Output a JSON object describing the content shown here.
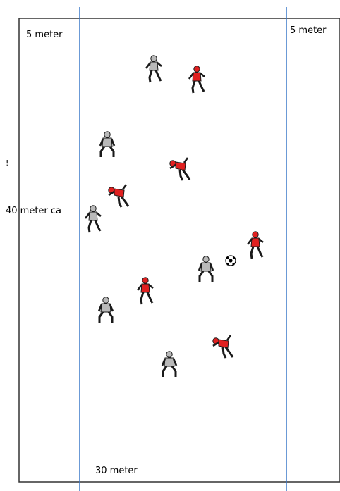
{
  "labels": {
    "left_zone": "5 meter",
    "right_zone": "5 meter",
    "length": "40 meter ca",
    "width": "30 meter",
    "stray_mark": "!"
  },
  "colors": {
    "field_border": "#333333",
    "zone_lines": "#3a78c8",
    "red_team_shirt": "#e02020",
    "grey_team_kit": "#b9b9b9",
    "skin_hair": "#1a1a1a"
  },
  "players": [
    {
      "team": "grey",
      "pose": "running"
    },
    {
      "team": "red",
      "pose": "running"
    },
    {
      "team": "grey",
      "pose": "crouching"
    },
    {
      "team": "red",
      "pose": "defending"
    },
    {
      "team": "red",
      "pose": "sliding"
    },
    {
      "team": "grey",
      "pose": "running"
    },
    {
      "team": "grey",
      "pose": "defending"
    },
    {
      "team": "red",
      "pose": "kicking"
    },
    {
      "team": "red",
      "pose": "running"
    },
    {
      "team": "grey",
      "pose": "crouching"
    },
    {
      "team": "red",
      "pose": "running"
    },
    {
      "team": "grey",
      "pose": "crouching"
    }
  ],
  "ball": {
    "icon": "soccer-ball-icon"
  }
}
